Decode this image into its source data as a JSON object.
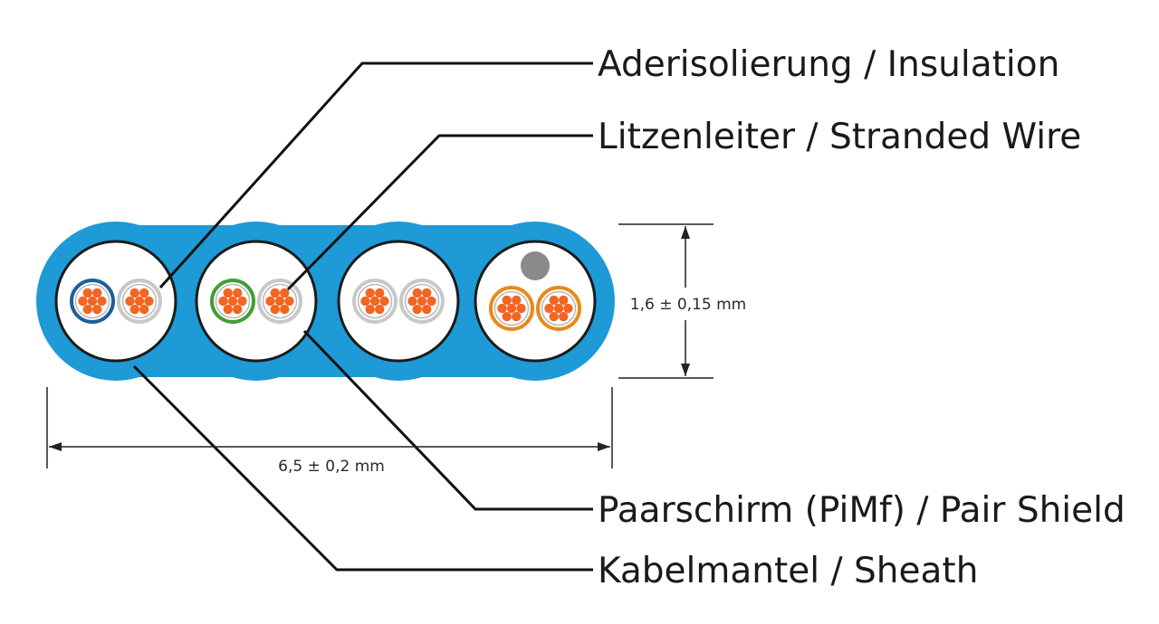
{
  "labels": {
    "insulation": "Aderisolierung / Insulation",
    "stranded_wire": "Litzenleiter / Stranded Wire",
    "pair_shield": "Paarschirm (PiMf) / Pair Shield",
    "sheath": "Kabelmantel / Sheath"
  },
  "dimensions": {
    "height": "1,6 ± 0,15 mm",
    "width": "6,5 ± 0,2 mm"
  },
  "colors": {
    "sheath": "#1e9ad6",
    "core_orange": "#f26522",
    "pair_shield_blue": "#1f5f95",
    "pair_shield_green": "#3f9e34",
    "pair_shield_orange": "#e88a1a",
    "pair_shield_grey": "#c8c8c8",
    "filler": "#8a8a8a"
  },
  "cores": [
    {
      "shields": [
        "blue",
        "grey"
      ]
    },
    {
      "shields": [
        "green",
        "grey"
      ]
    },
    {
      "shields": [
        "grey",
        "grey"
      ]
    },
    {
      "shields": [
        "orange",
        "orange"
      ],
      "filler": true
    }
  ]
}
